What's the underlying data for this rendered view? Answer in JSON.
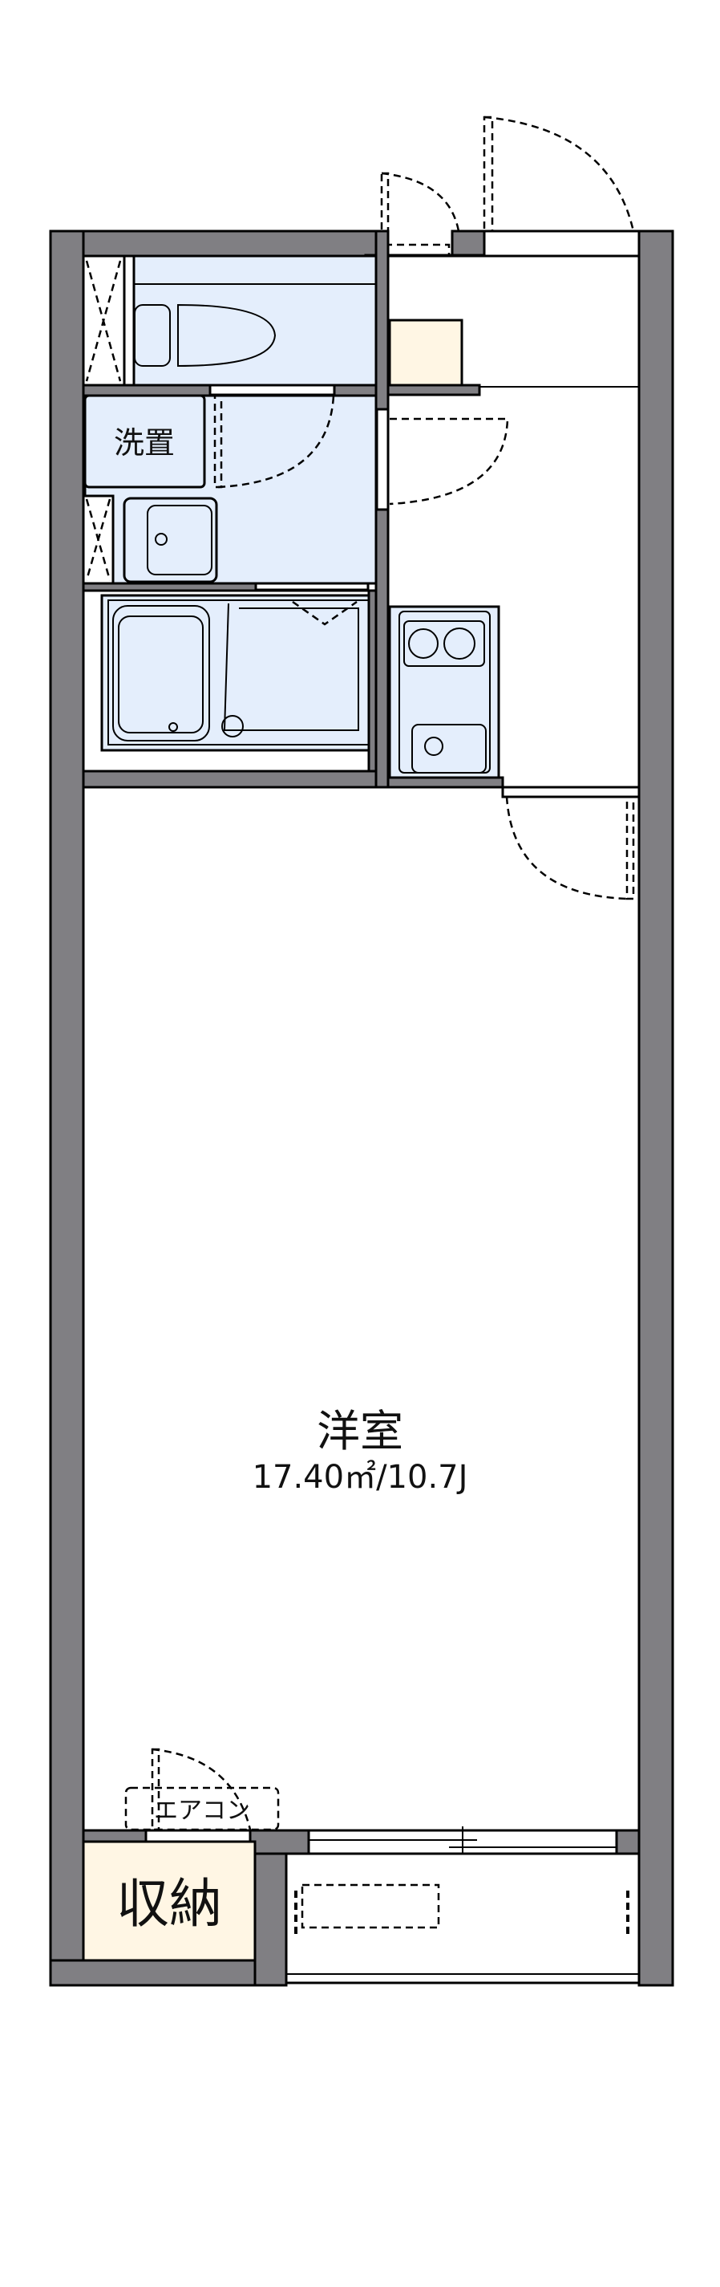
{
  "floorplan": {
    "rooms": {
      "western_room": {
        "name": "洋室",
        "area": "17.40㎡/10.7J"
      },
      "washroom": {
        "name": "洗置"
      },
      "storage": {
        "name": "収納"
      },
      "aircon": {
        "name": "エアコン"
      }
    },
    "colors": {
      "wall": "#807f83",
      "wet_area": "#e4eefc",
      "storage": "#fff6e4"
    }
  }
}
